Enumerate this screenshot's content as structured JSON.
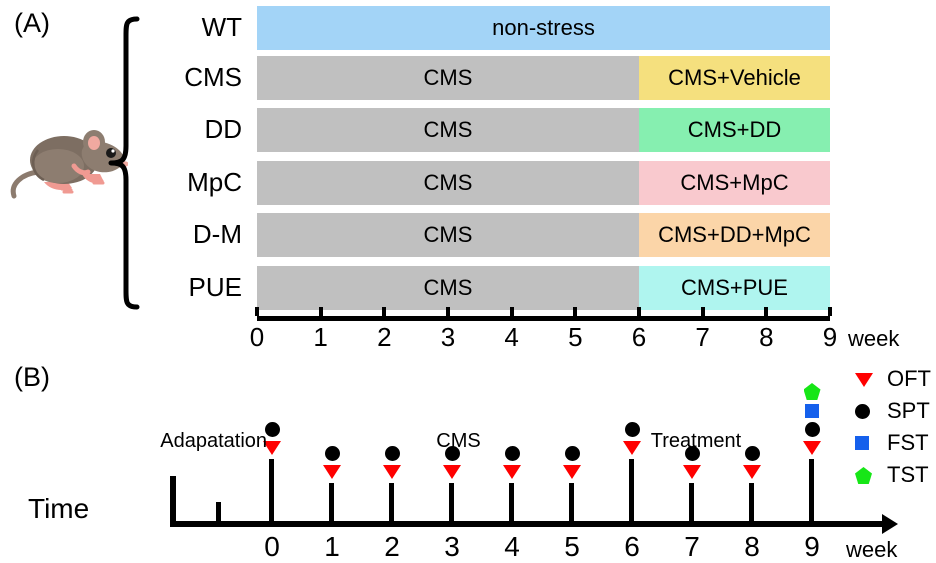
{
  "figure": {
    "panel_a_letter": "(A)",
    "panel_b_letter": "(B)"
  },
  "panel_a": {
    "groups": [
      "WT",
      "CMS",
      "DD",
      "MpC",
      "D-M",
      "PUE"
    ],
    "axis": {
      "ticks": [
        "0",
        "1",
        "2",
        "3",
        "4",
        "5",
        "6",
        "7",
        "8",
        "9"
      ],
      "unit_label": "week",
      "min": 0,
      "max": 9
    },
    "bars": [
      {
        "group": "WT",
        "segments": [
          {
            "label": "non-stress",
            "start": 0,
            "end": 9,
            "color": "#A3D4F7"
          }
        ]
      },
      {
        "group": "CMS",
        "segments": [
          {
            "label": "CMS",
            "start": 0,
            "end": 6,
            "color": "#C0C0C0"
          },
          {
            "label": "CMS+Vehicle",
            "start": 6,
            "end": 9,
            "color": "#F5E07E"
          }
        ]
      },
      {
        "group": "DD",
        "segments": [
          {
            "label": "CMS",
            "start": 0,
            "end": 6,
            "color": "#C0C0C0"
          },
          {
            "label": "CMS+DD",
            "start": 6,
            "end": 9,
            "color": "#86EFB0"
          }
        ]
      },
      {
        "group": "MpC",
        "segments": [
          {
            "label": "CMS",
            "start": 0,
            "end": 6,
            "color": "#C0C0C0"
          },
          {
            "label": "CMS+MpC",
            "start": 6,
            "end": 9,
            "color": "#F9C9CE"
          }
        ]
      },
      {
        "group": "D-M",
        "segments": [
          {
            "label": "CMS",
            "start": 0,
            "end": 6,
            "color": "#C0C0C0"
          },
          {
            "label": "CMS+DD+MpC",
            "start": 6,
            "end": 9,
            "color": "#FBD5A8"
          }
        ]
      },
      {
        "group": "PUE",
        "segments": [
          {
            "label": "CMS",
            "start": 0,
            "end": 6,
            "color": "#C0C0C0"
          },
          {
            "label": "CMS+PUE",
            "start": 6,
            "end": 9,
            "color": "#AFF5EF"
          }
        ]
      }
    ]
  },
  "panel_b": {
    "time_label": "Time",
    "unit_label": "week",
    "phase_captions": [
      {
        "text": "Adapatation",
        "week": -0.9
      },
      {
        "text": "CMS",
        "week": 3.0
      },
      {
        "text": "Treatment",
        "week": 7.1
      }
    ],
    "axis": {
      "ticks": [
        "0",
        "1",
        "2",
        "3",
        "4",
        "5",
        "6",
        "7",
        "8",
        "9"
      ],
      "min": -1.7,
      "max": 10.2
    },
    "events": [
      {
        "week": 0,
        "major": true,
        "markers": [
          "SPT",
          "OFT"
        ]
      },
      {
        "week": 1,
        "major": false,
        "markers": [
          "SPT",
          "OFT"
        ]
      },
      {
        "week": 2,
        "major": false,
        "markers": [
          "SPT",
          "OFT"
        ]
      },
      {
        "week": 3,
        "major": false,
        "markers": [
          "SPT",
          "OFT"
        ]
      },
      {
        "week": 4,
        "major": false,
        "markers": [
          "SPT",
          "OFT"
        ]
      },
      {
        "week": 5,
        "major": false,
        "markers": [
          "SPT",
          "OFT"
        ]
      },
      {
        "week": 6,
        "major": true,
        "markers": [
          "SPT",
          "OFT"
        ]
      },
      {
        "week": 7,
        "major": false,
        "markers": [
          "SPT",
          "OFT"
        ]
      },
      {
        "week": 8,
        "major": false,
        "markers": [
          "SPT",
          "OFT"
        ]
      },
      {
        "week": 9,
        "major": true,
        "markers": [
          "TST",
          "FST",
          "SPT",
          "OFT"
        ]
      }
    ],
    "pre_tick_week": -0.9,
    "legend": [
      {
        "name": "OFT",
        "marker": "triangle-down-icon",
        "color": "#ff0000"
      },
      {
        "name": "SPT",
        "marker": "circle-icon",
        "color": "#000000"
      },
      {
        "name": "FST",
        "marker": "square-icon",
        "color": "#1560ec"
      },
      {
        "name": "TST",
        "marker": "pentagon-icon",
        "color": "#17e617"
      }
    ]
  }
}
